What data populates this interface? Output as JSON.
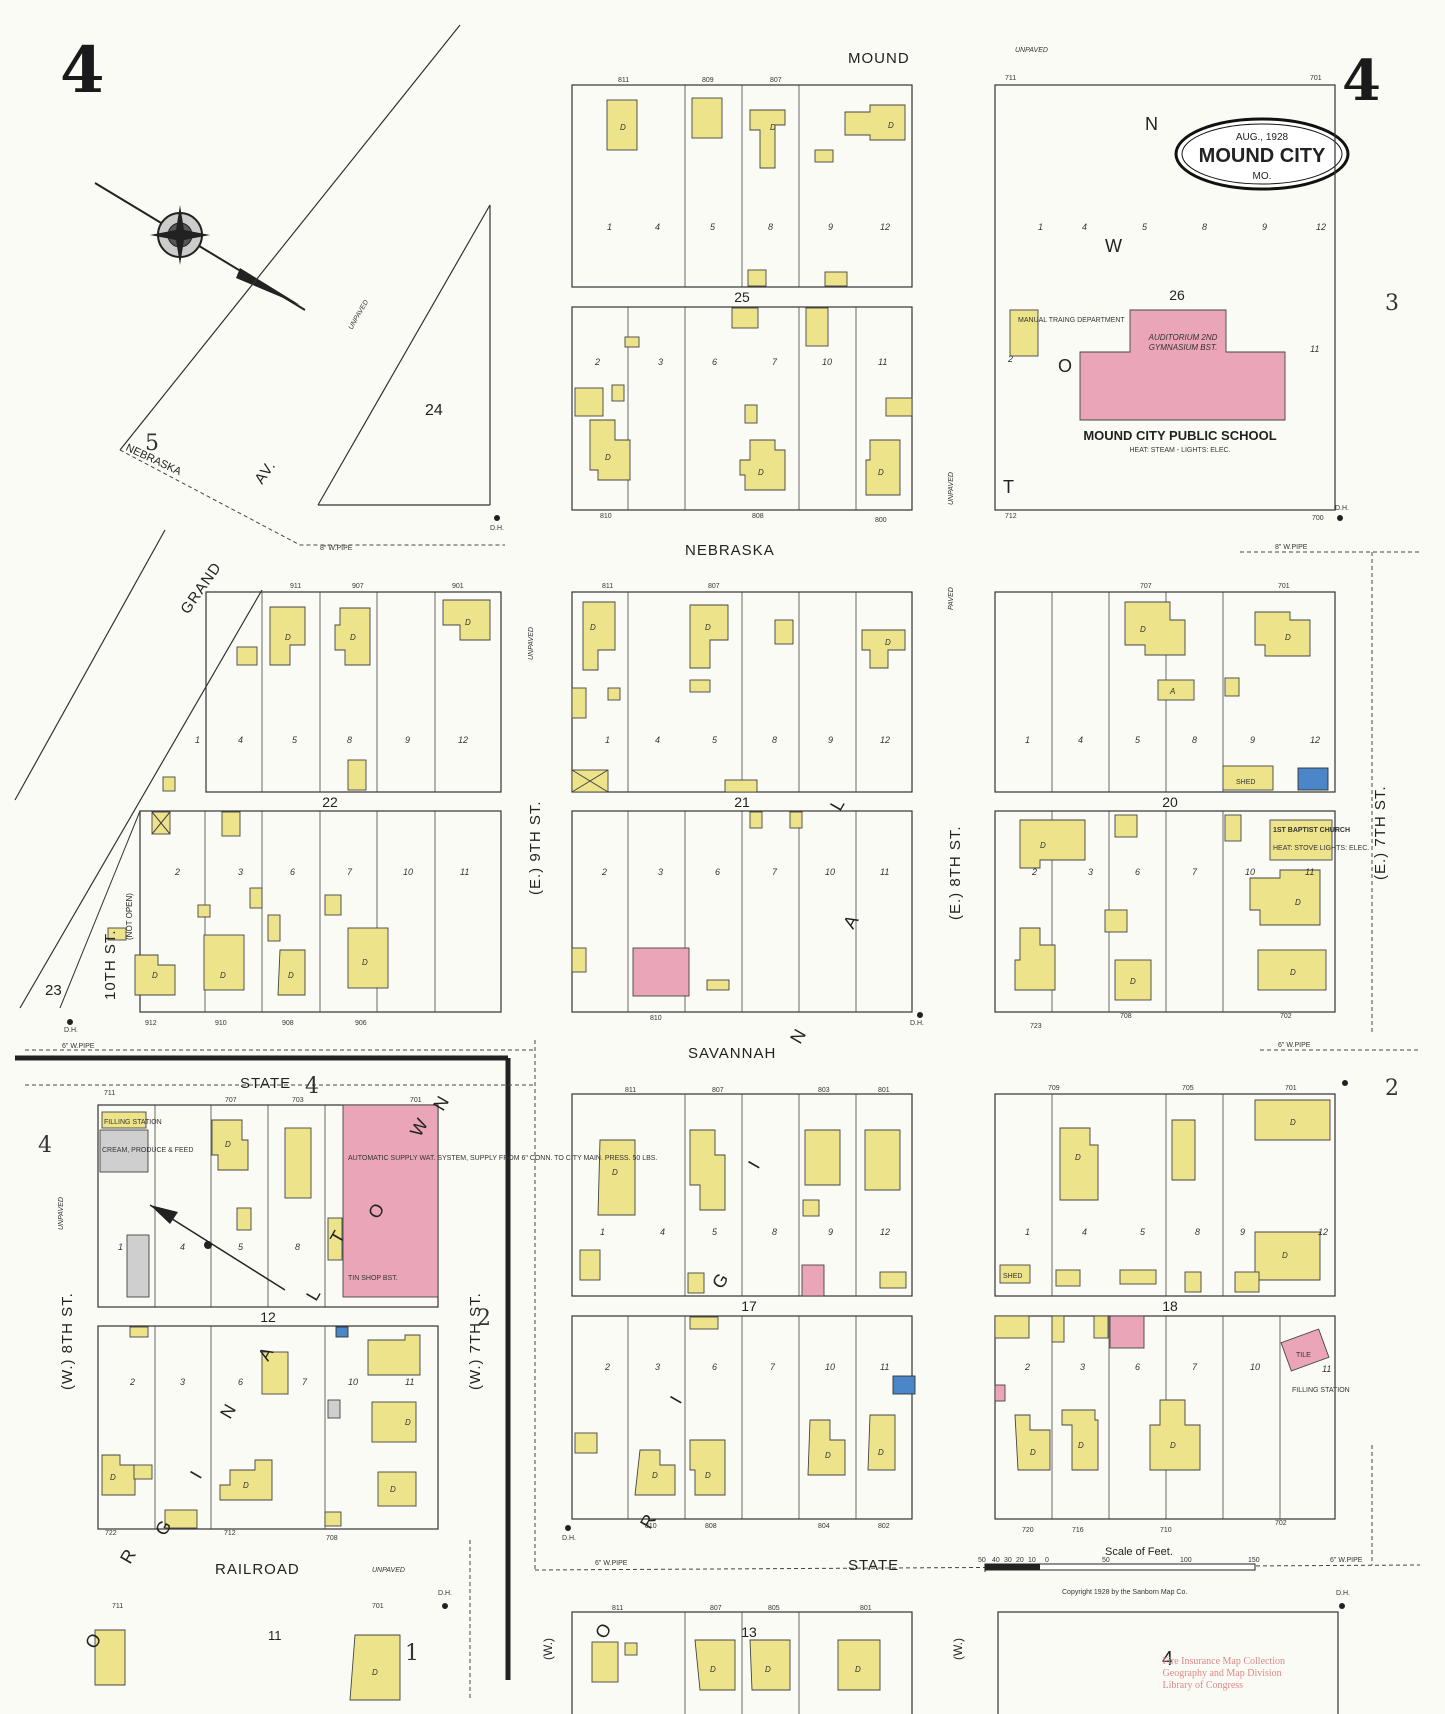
{
  "sheet": {
    "number": "4",
    "number_right": "4"
  },
  "title_box": {
    "date": "AUG., 1928",
    "city": "MOUND CITY",
    "state": "MO."
  },
  "streets": {
    "mound": "MOUND",
    "nebraska_top": "NEBRASKA",
    "nebraska_diag": "NEBRASKA",
    "grand": "GRAND",
    "av": "AV.",
    "savannah": "SAVANNAH",
    "state_left": "STATE",
    "state_right": "STATE",
    "railroad": "RAILROAD",
    "e9th": "(E.) 9TH ST.",
    "e8th": "(E.) 8TH ST.",
    "e7th": "(E.) 7TH ST.",
    "w8th": "(W.) 8TH ST.",
    "w7th": "(W.) 7TH ST.",
    "tenth": "10TH ST.",
    "not_open": "(NOT OPEN)",
    "w_bottom_left": "(W.)",
    "w_bottom_right": "(W.)"
  },
  "blocks": {
    "b25": "25",
    "b26": "26",
    "b24": "24",
    "b22": "22",
    "b21": "21",
    "b20": "20",
    "b23": "23",
    "b12": "12",
    "b17": "17",
    "b18": "18",
    "b13": "13",
    "b11": "11",
    "b4": "4"
  },
  "adjacent_sheets": {
    "s5": "5",
    "s3": "3",
    "s2": "2",
    "s4_left": "4",
    "s2_mid": "2",
    "s4_state": "4",
    "s1": "1"
  },
  "labels": {
    "unpaved": "UNPAVED",
    "paved": "PAVED",
    "pipe8": "8\" W.PIPE",
    "pipe6": "6\" W.PIPE",
    "dh": "D.H.",
    "school": "MOUND CITY PUBLIC SCHOOL",
    "school_heat": "HEAT: STEAM - LIGHTS: ELEC.",
    "school_auditorium": "AUDITORIUM 2ND",
    "school_gym": "GYMNASIUM BST.",
    "manual_training": "MANUAL TRAING DEPARTMENT",
    "church": "1ST BAPTIST CHURCH",
    "church_heat": "HEAT: STOVE LIGHTS: ELEC.",
    "filling_station": "FILLING STATION",
    "cream": "CREAM, PRODUCE & FEED",
    "tin_shop": "TIN SHOP BST.",
    "water_system": "AUTOMATIC SUPPLY WAT. SYSTEM, SUPPLY FROM 6\" CONN. TO CITY MAIN. PRESS. 50 LBS.",
    "scale": "Scale of Feet.",
    "copyright": "Copyright 1928 by the Sanborn Map Co.",
    "shed": "SHED",
    "auto": "A",
    "dwelling": "D",
    "filling_station_2": "FILLING STATION",
    "tile": "TILE"
  },
  "watermark": [
    "Fire Insurance Map Collection",
    "Geography and Map Division",
    "Library of Congress"
  ],
  "scale_ticks": [
    "50",
    "40",
    "30",
    "20",
    "10",
    "0",
    "50",
    "100",
    "150"
  ]
}
